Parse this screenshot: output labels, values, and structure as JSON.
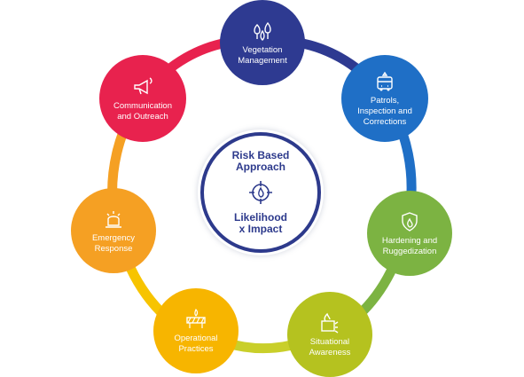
{
  "center": {
    "title": "Risk Based\nApproach",
    "subtitle": "Likelihood\nx Impact",
    "icon": "target-flame-icon",
    "color": "#2d3a8c"
  },
  "nodes": [
    {
      "label": "Vegetation\nManagement",
      "icon": "burning-trees-icon",
      "color": "#2e3a91"
    },
    {
      "label": "Patrols,\nInspection and\nCorrections",
      "icon": "fire-truck-icon",
      "color": "#1f6fc6"
    },
    {
      "label": "Hardening and\nRuggedization",
      "icon": "shield-flame-icon",
      "color": "#7cb342"
    },
    {
      "label": "Situational\nAwareness",
      "icon": "fire-alert-icon",
      "color": "#b5c21f"
    },
    {
      "label": "Operational\nPractices",
      "icon": "barricade-icon",
      "color": "#f7b500"
    },
    {
      "label": "Emergency\nResponse",
      "icon": "siren-icon",
      "color": "#f5a023"
    },
    {
      "label": "Communication\nand Outreach",
      "icon": "megaphone-icon",
      "color": "#e8224e"
    }
  ]
}
